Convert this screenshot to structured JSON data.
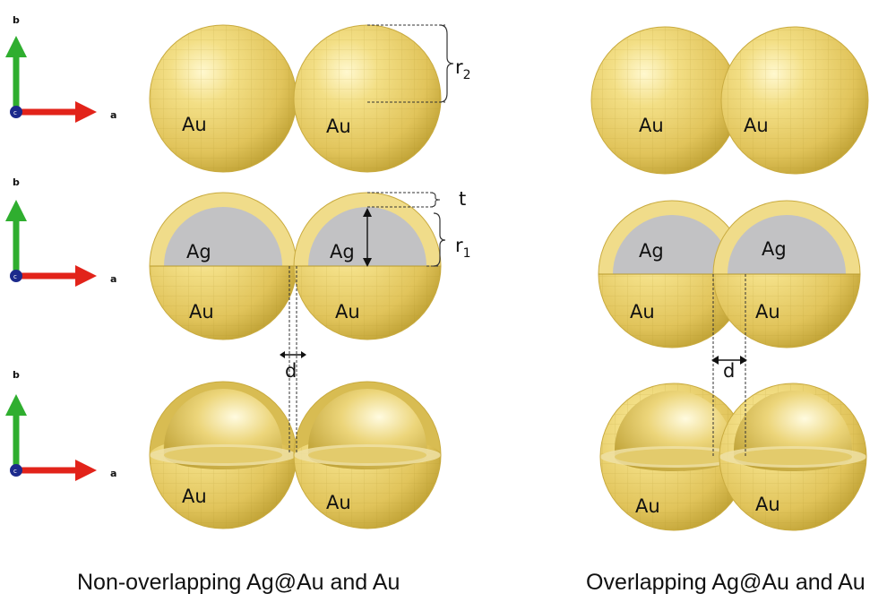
{
  "captions": {
    "left": "Non-overlapping Ag@Au and Au",
    "right": "Overlapping Ag@Au and Au"
  },
  "axes": {
    "vertical_label": "b",
    "horizontal_label": "a",
    "origin_label": "c"
  },
  "labels": {
    "gold": "Au",
    "silver": "Ag",
    "gold_radius": "r",
    "gold_radius_sub": "2",
    "silver_radius": "r",
    "silver_radius_sub": "1",
    "shell_thickness": "t",
    "separation": "d"
  },
  "colors": {
    "gold": "#e6cb62",
    "gold_light": "#fbf1b0",
    "gold_dark": "#b89a2c",
    "silver": "#c2c2c4",
    "axis_b": "#2fae2f",
    "axis_a": "#e2231a",
    "axis_c": "#1c2a8c"
  }
}
